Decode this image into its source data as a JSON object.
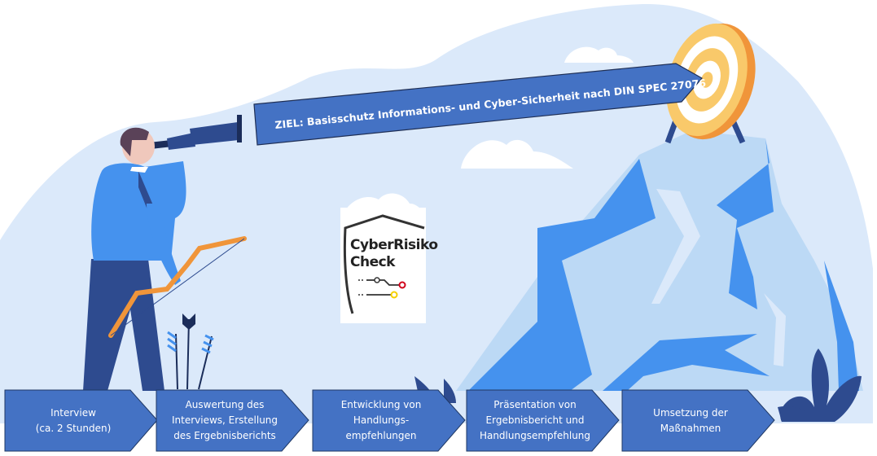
{
  "goal_banner": {
    "text": "ZIEL: Basisschutz Informations- und Cyber-Sicherheit  nach DIN SPEC 27076"
  },
  "logo": {
    "title": "CyberRisiko\nCheck",
    "dot_colors": [
      "#d0021b",
      "#f5d000"
    ]
  },
  "process_steps": [
    {
      "label": "Interview\n(ca. 2 Stunden)"
    },
    {
      "label": "Auswertung des\nInterviews, Erstellung\ndes Ergebnisberichts"
    },
    {
      "label": "Entwicklung von\nHandlungs-\nempfehlungen"
    },
    {
      "label": "Präsentation von\nErgebnisbericht und\nHandlungsempfehlung"
    },
    {
      "label": "Umsetzung der\nMaßnahmen"
    }
  ],
  "colors": {
    "background_blob": "#dbe9fa",
    "step_fill": "#4472c4",
    "step_border": "#1f3864",
    "mountain_light": "#bcd9f5",
    "mountain_mid": "#4592ee",
    "dark_navy": "#2e4b8f",
    "target_yellow": "#f9c96a",
    "target_orange": "#f0953a",
    "bow_orange": "#f0953a"
  }
}
